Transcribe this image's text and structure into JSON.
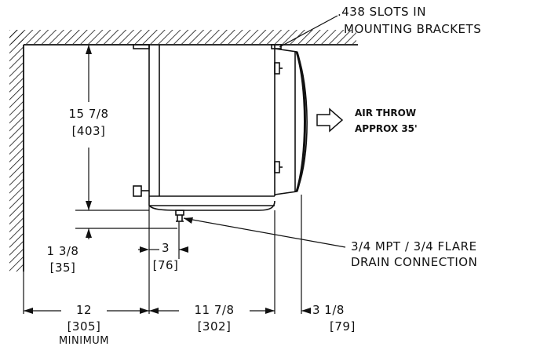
{
  "colors": {
    "ink": "#111111",
    "background": "#ffffff"
  },
  "callouts": {
    "slots_line1": ".438 SLOTS IN",
    "slots_line2": "MOUNTING BRACKETS",
    "air_throw_line1": "AIR THROW",
    "air_throw_line2": "APPROX 35'",
    "drain_line1": "3/4 MPT / 3/4 FLARE",
    "drain_line2": "DRAIN CONNECTION"
  },
  "dimensions": {
    "height": {
      "imperial": "15 7/8",
      "metric": "[403]"
    },
    "drop": {
      "imperial": "1 3/8",
      "metric": "[35]"
    },
    "drain_offset": {
      "imperial": "3",
      "metric": "[76]"
    },
    "wall_clearance": {
      "imperial": "12",
      "metric": "[305]",
      "note": "MINIMUM"
    },
    "depth": {
      "imperial": "11 7/8",
      "metric": "[302]"
    },
    "front": {
      "imperial": "3 1/8",
      "metric": "[79]"
    }
  },
  "icons": {
    "air_arrow": "outline-right-arrow-icon"
  }
}
